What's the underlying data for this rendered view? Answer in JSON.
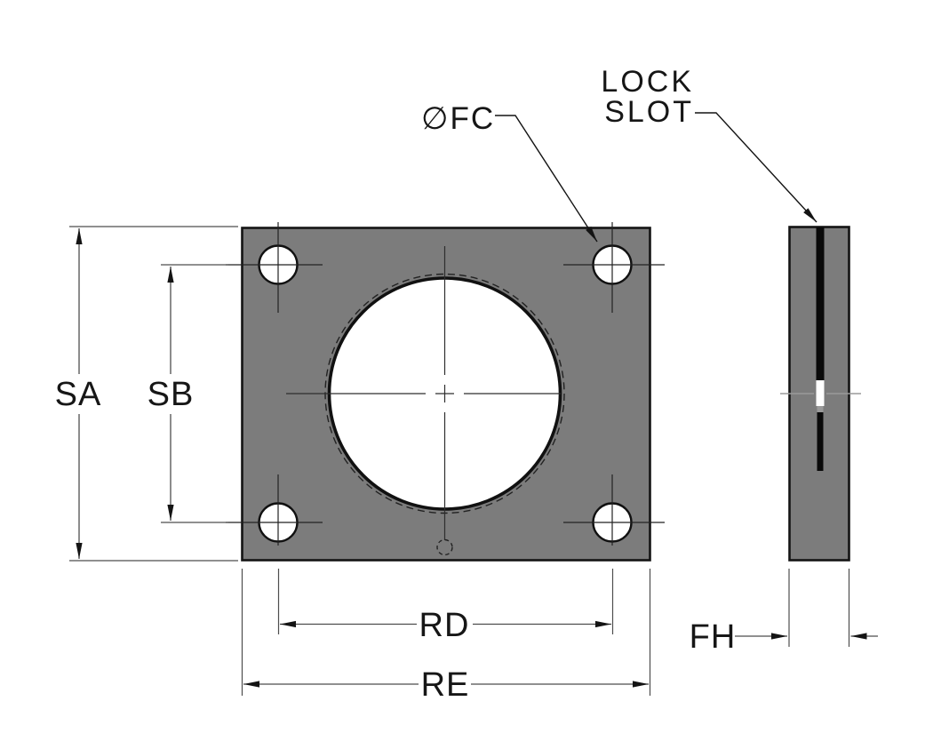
{
  "drawing_title": "flange-plate-dimension-drawing",
  "labels": {
    "lock_slot_line1": "LOCK",
    "lock_slot_line2": "SLOT",
    "bolt_hole_diameter": "∅FC",
    "overall_height": "SA",
    "bolt_spacing_vertical": "SB",
    "bolt_spacing_horizontal": "RD",
    "overall_width": "RE",
    "flange_thickness": "FH"
  },
  "colors": {
    "background": "#ffffff",
    "plate_fill": "#7c7c7c",
    "edge_stroke": "#141414",
    "hole_fill": "#ffffff",
    "dimension_line": "#4e4e4e",
    "text": "#161616",
    "slot_fill": "#0a0a0a",
    "slot_nub": "#9a9a9a",
    "side_centerline": "#9a9a9a"
  }
}
